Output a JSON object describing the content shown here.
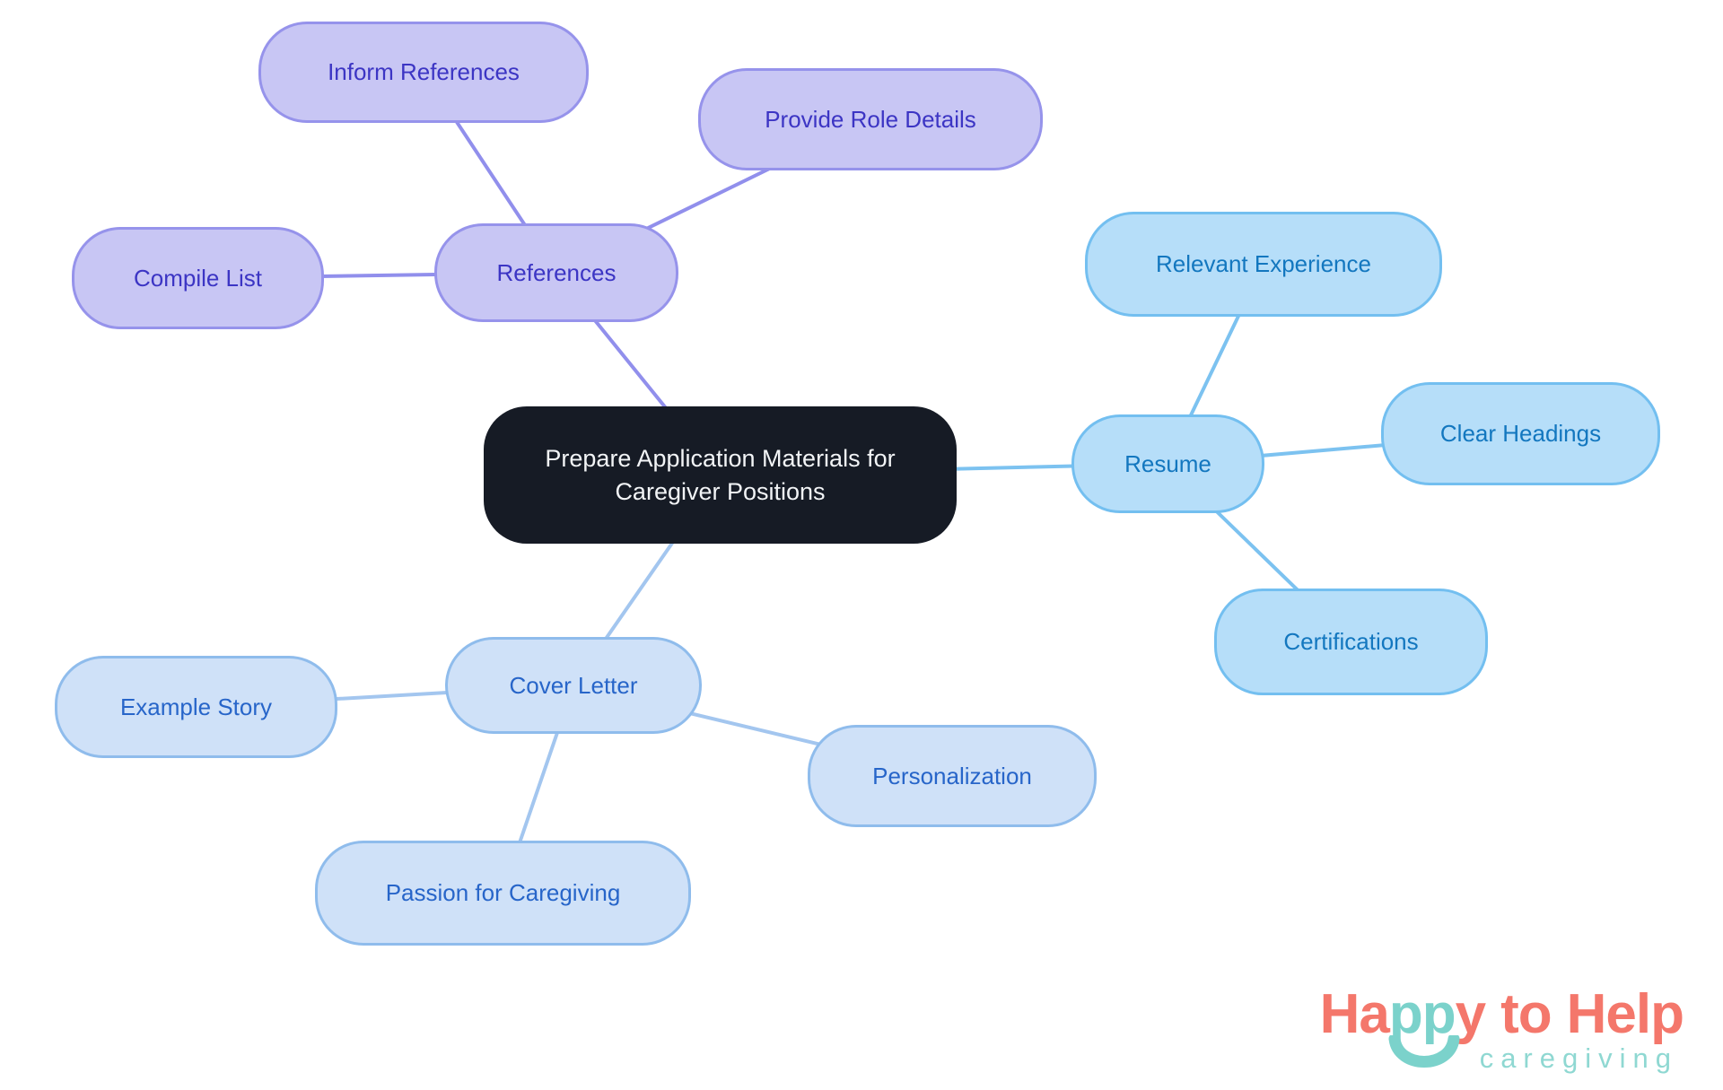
{
  "mindmap": {
    "central": {
      "label": "Prepare Application Materials for Caregiver Positions"
    },
    "branches": [
      {
        "id": "references",
        "label": "References",
        "children": [
          {
            "id": "inform-references",
            "label": "Inform References"
          },
          {
            "id": "provide-role-details",
            "label": "Provide Role Details"
          },
          {
            "id": "compile-list",
            "label": "Compile List"
          }
        ]
      },
      {
        "id": "resume",
        "label": "Resume",
        "children": [
          {
            "id": "relevant-experience",
            "label": "Relevant Experience"
          },
          {
            "id": "clear-headings",
            "label": "Clear Headings"
          },
          {
            "id": "certifications",
            "label": "Certifications"
          }
        ]
      },
      {
        "id": "cover-letter",
        "label": "Cover Letter",
        "children": [
          {
            "id": "example-story",
            "label": "Example Story"
          },
          {
            "id": "personalization",
            "label": "Personalization"
          },
          {
            "id": "passion-for-caregiving",
            "label": "Passion for Caregiving"
          }
        ]
      }
    ]
  },
  "colors": {
    "canvas_bg": "#FFFFFF",
    "central_bg": "#161B25",
    "central_text": "#F2F4F6",
    "references_fill": "#C8C6F4",
    "references_border": "#9693EB",
    "references_text": "#3C35C4",
    "references_edge": "#918FEC",
    "resume_fill": "#B6DEF9",
    "resume_border": "#73BFF0",
    "resume_text": "#1377BF",
    "resume_edge": "#7CC2F0",
    "cover_fill": "#CFE1F8",
    "cover_border": "#8FBCEC",
    "cover_text": "#2765C9",
    "cover_edge": "#A3C6EF",
    "logo_coral": "#F4776B",
    "logo_teal": "#7BD2CB",
    "logo_subtitle_teal": "#8FD8D2"
  },
  "logo": {
    "word1_part1": "Ha",
    "word1_part2": "pp",
    "word1_part3": "y",
    "word2": "to",
    "word3": "Help",
    "subtitle": "caregiving"
  }
}
